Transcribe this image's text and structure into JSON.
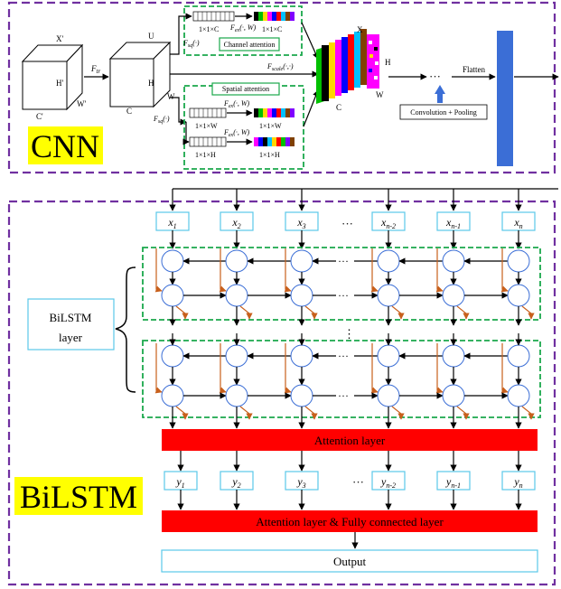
{
  "cnn": {
    "label": "CNN",
    "cube1": {
      "top": "X'",
      "height": "H'",
      "width": "W'",
      "depth": "C'"
    },
    "f_tr": "F",
    "f_tr_sub": "tr",
    "cube2": {
      "top": "U",
      "height": "H",
      "width": "W",
      "depth": "C"
    },
    "channel_attention": {
      "label": "Channel attention",
      "f_sq": "F",
      "f_sq_sub": "sq",
      "f_sq_args": "(·)",
      "shape_in": "1×1×C",
      "shape_out": "1×1×C",
      "f_ex": "F",
      "f_ex_sub": "ex",
      "f_ex_args": "(·, W)"
    },
    "spatial_attention": {
      "label": "Spatial attention",
      "f_sq": "F",
      "f_sq_sub": "sq",
      "f_sq_args": "(·)",
      "row1_in": "1×1×W",
      "row1_out": "1×1×W",
      "row2_in": "1×1×H",
      "row2_out": "1×1×H",
      "f_ex": "F",
      "f_ex_sub": "ex",
      "f_ex_args": "(·, W)"
    },
    "f_scale": "F",
    "f_scale_sub": "scale",
    "f_scale_args": "(·,·)",
    "output_block": {
      "top": "X",
      "height": "H",
      "width": "W",
      "depth": "C"
    },
    "conv_pool": "Convolution + Pooling",
    "flatten": "Flatten",
    "ellipsis": "···",
    "colors": {
      "green": "#1aa84b",
      "purple": "#7030a0",
      "blue_bar": "#3b6ed6",
      "yellow": "#ffff00"
    }
  },
  "bilstm": {
    "label": "BiLSTM",
    "layer_label": "BiLSTM\nlayer",
    "layer_label_1": "BiLSTM",
    "layer_label_2": "layer",
    "inputs": [
      {
        "base": "x",
        "sub": "1"
      },
      {
        "base": "x",
        "sub": "2"
      },
      {
        "base": "x",
        "sub": "3"
      },
      {
        "base": "x",
        "sub": "n-2"
      },
      {
        "base": "x",
        "sub": "n-1"
      },
      {
        "base": "x",
        "sub": "n"
      }
    ],
    "outputs": [
      {
        "base": "y",
        "sub": "1"
      },
      {
        "base": "y",
        "sub": "2"
      },
      {
        "base": "y",
        "sub": "3"
      },
      {
        "base": "y",
        "sub": "n-2"
      },
      {
        "base": "y",
        "sub": "n-1"
      },
      {
        "base": "y",
        "sub": "n"
      }
    ],
    "ellipsis": "···",
    "vertical_ellipsis": "⋮",
    "attention_layer": "Attention layer",
    "attention_fc_layer": "Attention layer & Fully connected layer",
    "output": "Output",
    "colors": {
      "red": "#ff0000",
      "brown": "#c8601c",
      "cyan": "#5bc8e8"
    }
  }
}
